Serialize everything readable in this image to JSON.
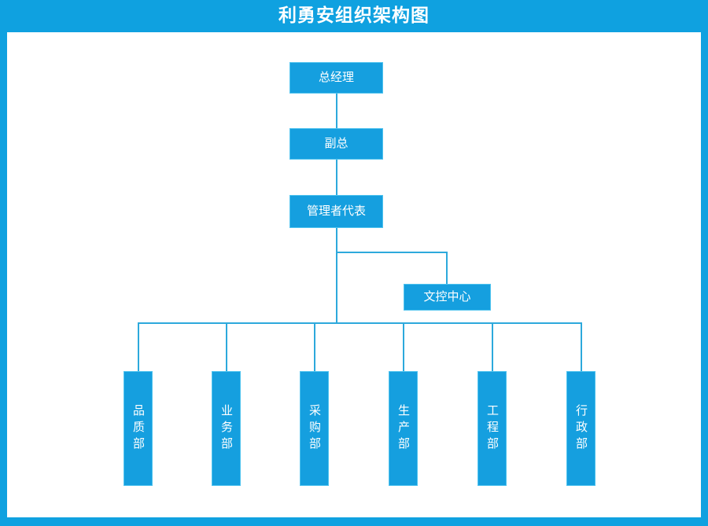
{
  "header": {
    "title": "利勇安组织架构图",
    "bar_color": "#0FA1E0"
  },
  "theme": {
    "frame_color": "#0FA1E0",
    "canvas_color": "#FFFFFF",
    "node_fill": "#159FDF",
    "node_border": "#4FC3EF",
    "connector_color": "#2DA9DC",
    "node_text_color": "#FFFFFF"
  },
  "chart_data": {
    "type": "org-chart",
    "title": "利勇安组织架构图",
    "orientation": "top-down",
    "levels": [
      {
        "level": 1,
        "nodes": [
          "总经理"
        ]
      },
      {
        "level": 2,
        "nodes": [
          "副总"
        ]
      },
      {
        "level": 3,
        "nodes": [
          "管理者代表"
        ]
      },
      {
        "level": 4,
        "nodes": [
          "文控中心"
        ]
      },
      {
        "level": 5,
        "nodes": [
          "品质部",
          "业务部",
          "采购部",
          "生产部",
          "工程部",
          "行政部"
        ]
      }
    ],
    "edges": [
      {
        "from": "总经理",
        "to": "副总"
      },
      {
        "from": "副总",
        "to": "管理者代表"
      },
      {
        "from": "管理者代表",
        "to": "文控中心"
      },
      {
        "from": "管理者代表",
        "to": "品质部"
      },
      {
        "from": "管理者代表",
        "to": "业务部"
      },
      {
        "from": "管理者代表",
        "to": "采购部"
      },
      {
        "from": "管理者代表",
        "to": "生产部"
      },
      {
        "from": "管理者代表",
        "to": "工程部"
      },
      {
        "from": "管理者代表",
        "to": "行政部"
      }
    ]
  },
  "nodes": {
    "general_manager": {
      "label": "总经理"
    },
    "deputy_general_manager": {
      "label": "副总"
    },
    "management_representative": {
      "label": "管理者代表"
    },
    "document_control_center": {
      "label": "文控中心"
    }
  },
  "departments": [
    {
      "label": "品质部"
    },
    {
      "label": "业务部"
    },
    {
      "label": "采购部"
    },
    {
      "label": "生产部"
    },
    {
      "label": "工程部"
    },
    {
      "label": "行政部"
    }
  ]
}
